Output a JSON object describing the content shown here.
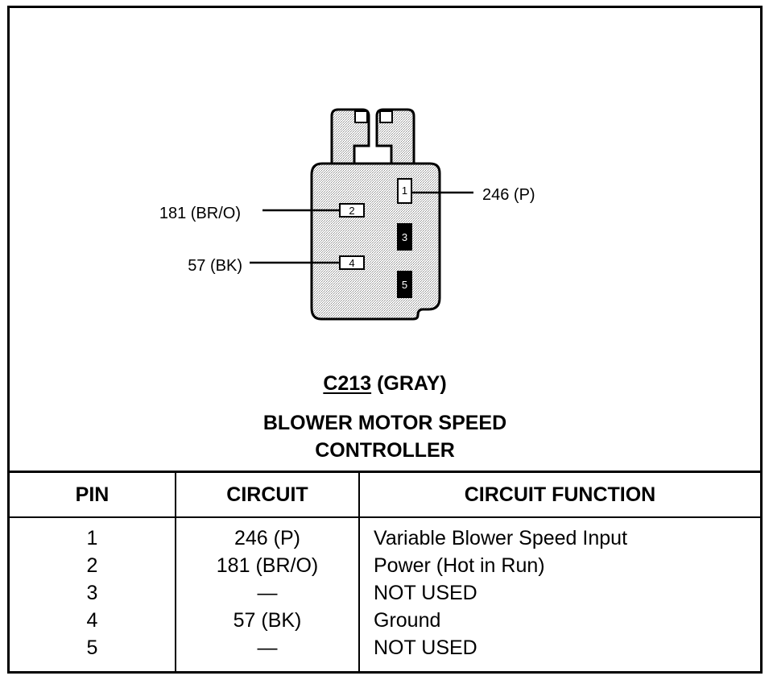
{
  "connector": {
    "id": "C213",
    "color": "(GRAY)",
    "description_line1": "BLOWER MOTOR SPEED",
    "description_line2": "CONTROLLER"
  },
  "diagram": {
    "callouts": [
      {
        "pin": "1",
        "label": "246 (P)"
      },
      {
        "pin": "2",
        "label": "181 (BR/O)"
      },
      {
        "pin": "4",
        "label": "57 (BK)"
      }
    ],
    "cavities": [
      "1",
      "2",
      "3",
      "4",
      "5"
    ],
    "unused_cavities": [
      "3",
      "5"
    ]
  },
  "table": {
    "headers": {
      "pin": "PIN",
      "circuit": "CIRCUIT",
      "function": "CIRCUIT FUNCTION"
    },
    "rows": [
      {
        "pin": "1",
        "circuit": "246 (P)",
        "function": "Variable Blower Speed Input"
      },
      {
        "pin": "2",
        "circuit": "181 (BR/O)",
        "function": "Power (Hot in Run)"
      },
      {
        "pin": "3",
        "circuit": "—",
        "function": "NOT USED"
      },
      {
        "pin": "4",
        "circuit": "57 (BK)",
        "function": "Ground"
      },
      {
        "pin": "5",
        "circuit": "—",
        "function": "NOT USED"
      }
    ]
  }
}
